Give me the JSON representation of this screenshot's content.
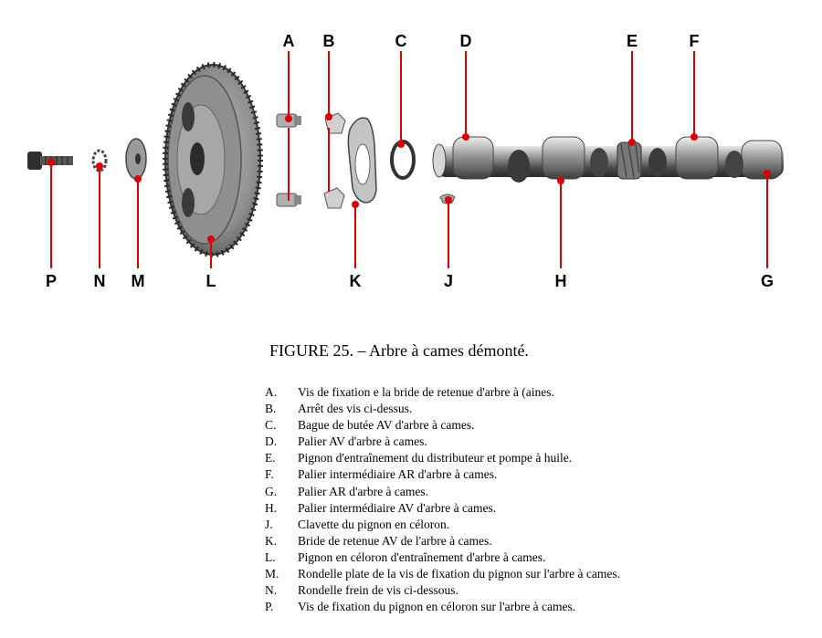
{
  "caption": "FIGURE 25. – Arbre à cames démonté.",
  "callouts": [
    "A",
    "B",
    "C",
    "D",
    "E",
    "F",
    "G",
    "H",
    "J",
    "K",
    "L",
    "M",
    "N",
    "P"
  ],
  "legend": [
    {
      "key": "A.",
      "text": "Vis de fixation e la bride de retenue d'arbre à (aines."
    },
    {
      "key": "B.",
      "text": "Arrêt des vis ci-dessus."
    },
    {
      "key": "C.",
      "text": "Bague de butée AV d'arbre à cames."
    },
    {
      "key": "D.",
      "text": "Palier AV d'arbre à cames."
    },
    {
      "key": "E.",
      "text": "Pignon d'entraînement du distributeur et pompe à huile."
    },
    {
      "key": "F.",
      "text": "Palier intermédiaire AR d'arbre à cames."
    },
    {
      "key": "G.",
      "text": "Palier AR d'arbre à cames."
    },
    {
      "key": "H.",
      "text": "Palier intermédiaire AV d'arbre à cames."
    },
    {
      "key": "J.",
      "text": "Clavette du pignon en céloron."
    },
    {
      "key": "K.",
      "text": "Bride de retenue AV de l'arbre à cames."
    },
    {
      "key": "L.",
      "text": "Pignon en céloron d'entraînement d'arbre à cames."
    },
    {
      "key": "M.",
      "text": "Rondelle plate de la vis de fixation du pignon sur l'arbre à cames."
    },
    {
      "key": "N.",
      "text": "Rondelle frein de vis ci-dessous."
    },
    {
      "key": "P.",
      "text": "Vis de fixation du pignon en céloron sur l'arbre à cames."
    }
  ],
  "colors": {
    "leader": "#e00000",
    "part_dark": "#3a3a3a",
    "part_mid": "#8a8a8a",
    "part_light": "#c8c8c8"
  }
}
